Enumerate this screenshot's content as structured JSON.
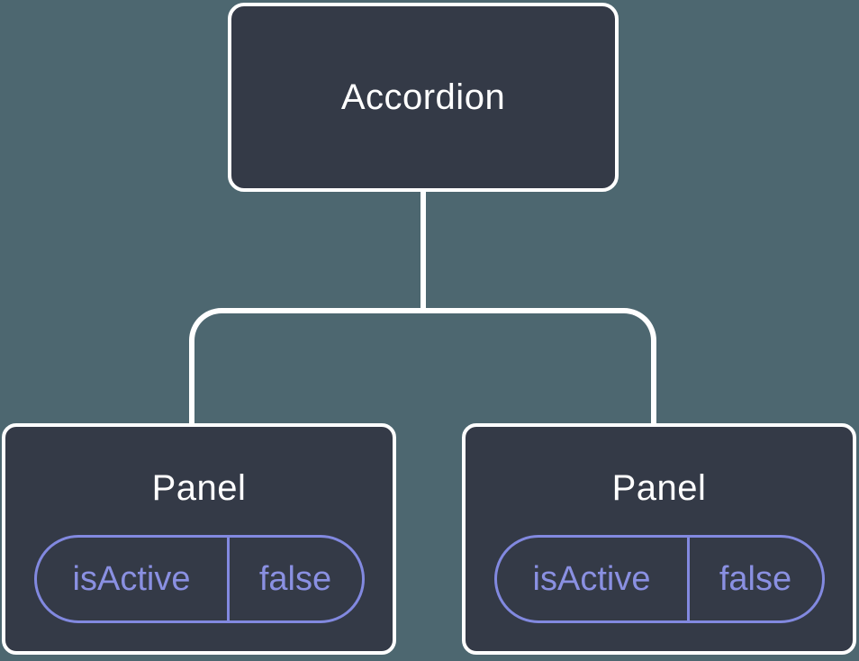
{
  "colors": {
    "background": "#4d6770",
    "node_fill": "#343a47",
    "node_border": "#ffffff",
    "node_text": "#ffffff",
    "connector": "#ffffff",
    "state_accent": "#8289e0",
    "state_text": "#8a90e2"
  },
  "tree": {
    "root": {
      "label": "Accordion"
    },
    "children": [
      {
        "label": "Panel",
        "state": {
          "name": "isActive",
          "value": "false"
        }
      },
      {
        "label": "Panel",
        "state": {
          "name": "isActive",
          "value": "false"
        }
      }
    ]
  }
}
